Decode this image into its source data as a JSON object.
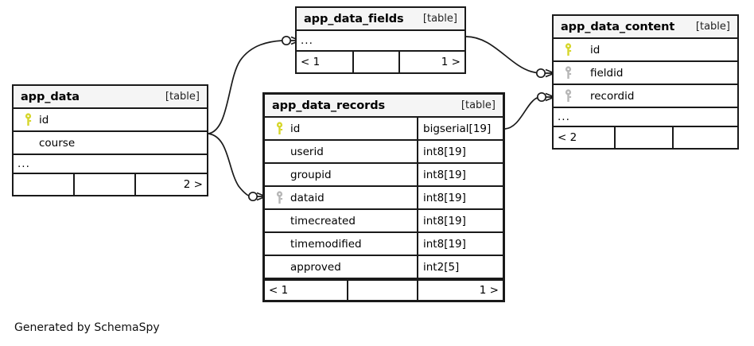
{
  "diagram": {
    "type": "entity-relationship-diagram",
    "generator_credit": "Generated by SchemaSpy",
    "kind_label": "[table]",
    "ellipsis": "...",
    "colors": {
      "primary_key": "#d6d62a",
      "foreign_key": "#b6b6b6",
      "border": "#1a1a1a",
      "header_bg": "#f5f5f5",
      "canvas_bg": "#ffffff"
    },
    "tables": [
      {
        "id": "app_data",
        "name": "app_data",
        "kind": "[table]",
        "focal": false,
        "columns": [
          {
            "name": "id",
            "type": "",
            "key": "primary"
          },
          {
            "name": "course",
            "type": "",
            "key": "none"
          }
        ],
        "has_ellipsis": true,
        "footer": {
          "left": "",
          "center": "",
          "right": "2 >"
        }
      },
      {
        "id": "app_data_fields",
        "name": "app_data_fields",
        "kind": "[table]",
        "focal": false,
        "columns": [],
        "has_ellipsis": true,
        "footer": {
          "left": "< 1",
          "center": "",
          "right": "1 >"
        }
      },
      {
        "id": "app_data_content",
        "name": "app_data_content",
        "kind": "[table]",
        "focal": false,
        "columns": [
          {
            "name": "id",
            "type": "",
            "key": "primary"
          },
          {
            "name": "fieldid",
            "type": "",
            "key": "foreign"
          },
          {
            "name": "recordid",
            "type": "",
            "key": "foreign"
          }
        ],
        "has_ellipsis": true,
        "footer": {
          "left": "< 2",
          "center": "",
          "right": ""
        }
      },
      {
        "id": "app_data_records",
        "name": "app_data_records",
        "kind": "[table]",
        "focal": true,
        "columns": [
          {
            "name": "id",
            "type": "bigserial[19]",
            "key": "primary"
          },
          {
            "name": "userid",
            "type": "int8[19]",
            "key": "none"
          },
          {
            "name": "groupid",
            "type": "int8[19]",
            "key": "none"
          },
          {
            "name": "dataid",
            "type": "int8[19]",
            "key": "foreign"
          },
          {
            "name": "timecreated",
            "type": "int8[19]",
            "key": "none"
          },
          {
            "name": "timemodified",
            "type": "int8[19]",
            "key": "none"
          },
          {
            "name": "approved",
            "type": "int2[5]",
            "key": "none"
          }
        ],
        "has_ellipsis": false,
        "footer": {
          "left": "< 1",
          "center": "",
          "right": "1 >"
        }
      }
    ],
    "relationships": [
      {
        "from": "app_data",
        "to": "app_data_fields",
        "cardinality": "one-to-many"
      },
      {
        "from": "app_data",
        "to": "app_data_records",
        "cardinality": "one-to-many"
      },
      {
        "from": "app_data_fields",
        "to": "app_data_content",
        "cardinality": "one-to-many"
      },
      {
        "from": "app_data_records",
        "to": "app_data_content",
        "cardinality": "one-to-many"
      }
    ]
  }
}
